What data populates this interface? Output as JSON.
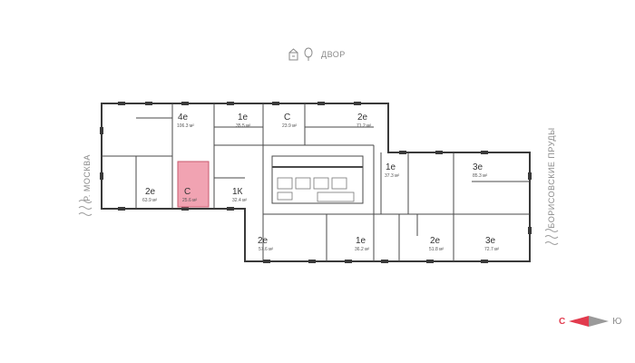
{
  "courtyard": {
    "label": "ДВОР",
    "icon": "playground-tree-icon"
  },
  "sides": {
    "left": "Р. МОСКВА",
    "right": "БОРИСОВСКИЕ ПРУДЫ"
  },
  "compass": {
    "from": "С",
    "to": "Ю"
  },
  "colors": {
    "highlight": "#ee8c9f",
    "accent": "#e23b4e",
    "wall": "#3a3a3a"
  },
  "apartments": [
    {
      "id": "4e-106",
      "type": "4е",
      "area": "106.3 м²"
    },
    {
      "id": "1e-35",
      "type": "1е",
      "area": "35.5 м²"
    },
    {
      "id": "c-23",
      "type": "С",
      "area": "23.9 м²"
    },
    {
      "id": "2e-71",
      "type": "2е",
      "area": "71.2 м²"
    },
    {
      "id": "2e-63",
      "type": "2е",
      "area": "63.9 м²"
    },
    {
      "id": "c-25",
      "type": "С",
      "area": "25.6 м²",
      "highlight": true
    },
    {
      "id": "1k-32",
      "type": "1К",
      "area": "32.4 м²"
    },
    {
      "id": "1e-37",
      "type": "1е",
      "area": "37.3 м²"
    },
    {
      "id": "3e-85",
      "type": "3е",
      "area": "85.3 м²"
    },
    {
      "id": "2e-57",
      "type": "2е",
      "area": "57.6 м²"
    },
    {
      "id": "1e-36",
      "type": "1е",
      "area": "36.2 м²"
    },
    {
      "id": "2e-51",
      "type": "2е",
      "area": "51.8 м²"
    },
    {
      "id": "3e-72",
      "type": "3е",
      "area": "72.7 м²"
    }
  ]
}
